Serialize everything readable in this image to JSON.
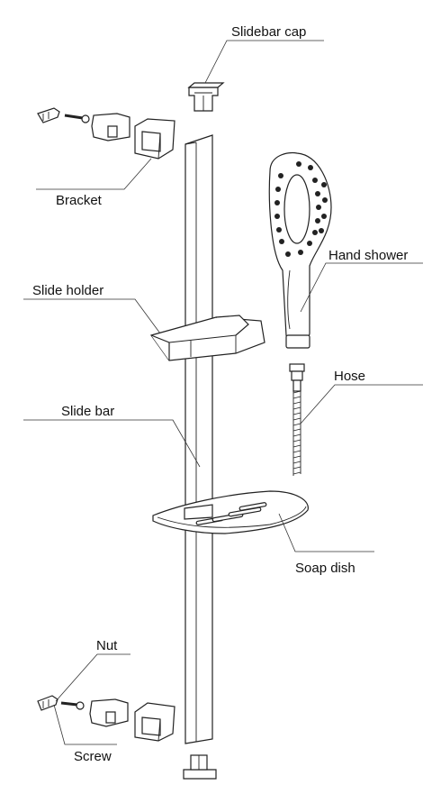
{
  "diagram": {
    "labels": {
      "slidebar_cap": "Slidebar cap",
      "bracket": "Bracket",
      "slide_holder": "Slide holder",
      "hand_shower": "Hand shower",
      "hose": "Hose",
      "slide_bar": "Slide bar",
      "soap_dish": "Soap dish",
      "nut": "Nut",
      "screw": "Screw"
    }
  }
}
